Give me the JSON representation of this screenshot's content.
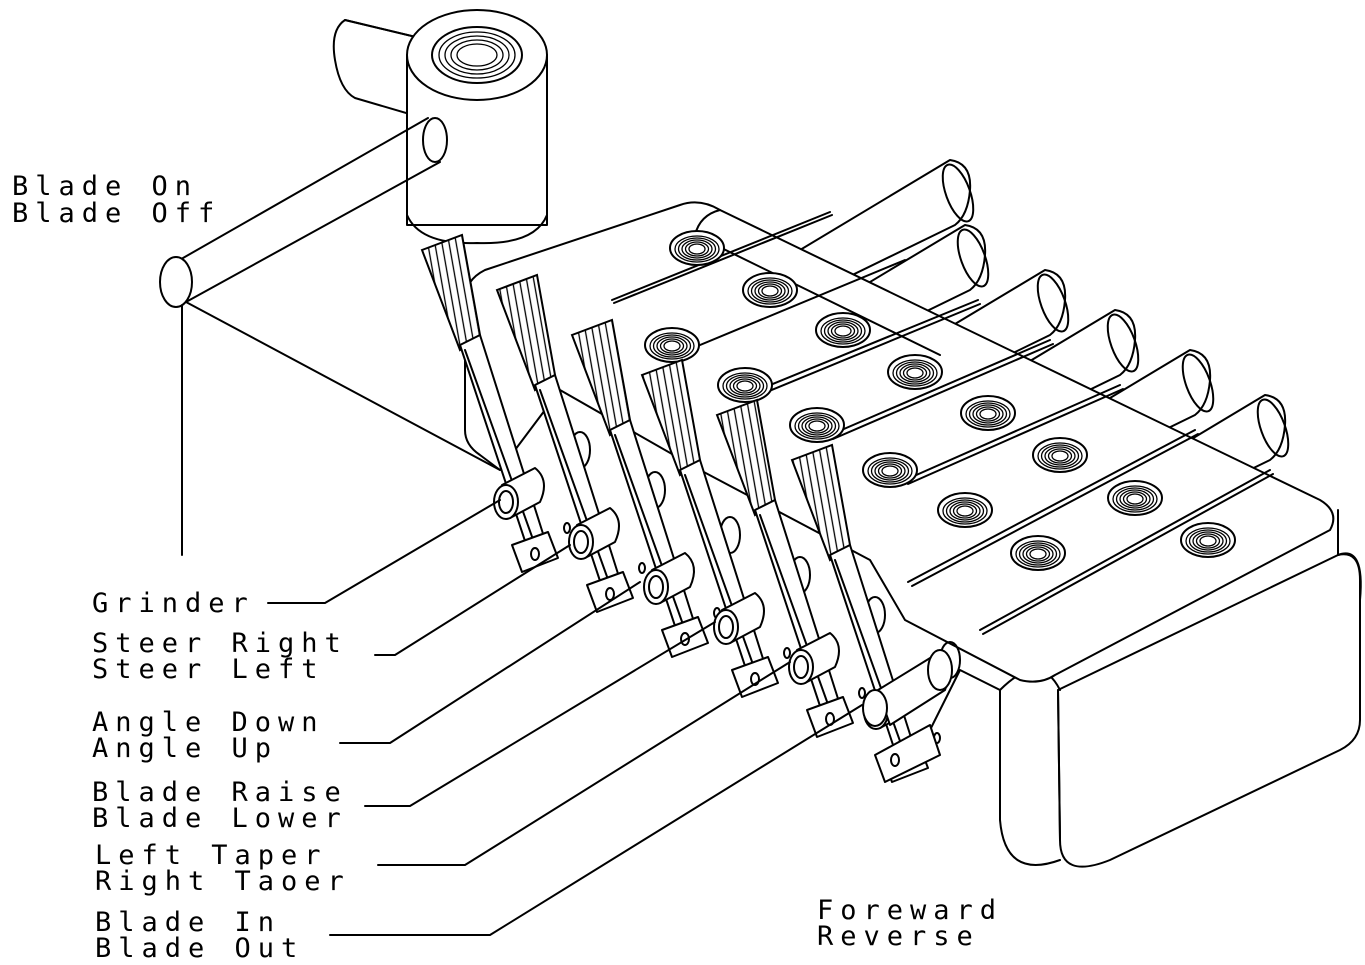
{
  "labels": {
    "blade_on": "Blade On",
    "blade_off": "Blade Off",
    "grinder": "Grinder",
    "steer_right": "Steer Right",
    "steer_left": "Steer Left",
    "angle_down": "Angle Down",
    "angle_up": "Angle Up",
    "blade_raise": "Blade Raise",
    "blade_lower": "Blade Lower",
    "left_taper": "Left Taper",
    "right_taper": "Right Taoer",
    "blade_in": "Blade In",
    "blade_out": "Blade Out",
    "forward": "Foreward",
    "reverse": "Reverse"
  },
  "stroke_color": "#000000",
  "background_color": "#ffffff"
}
